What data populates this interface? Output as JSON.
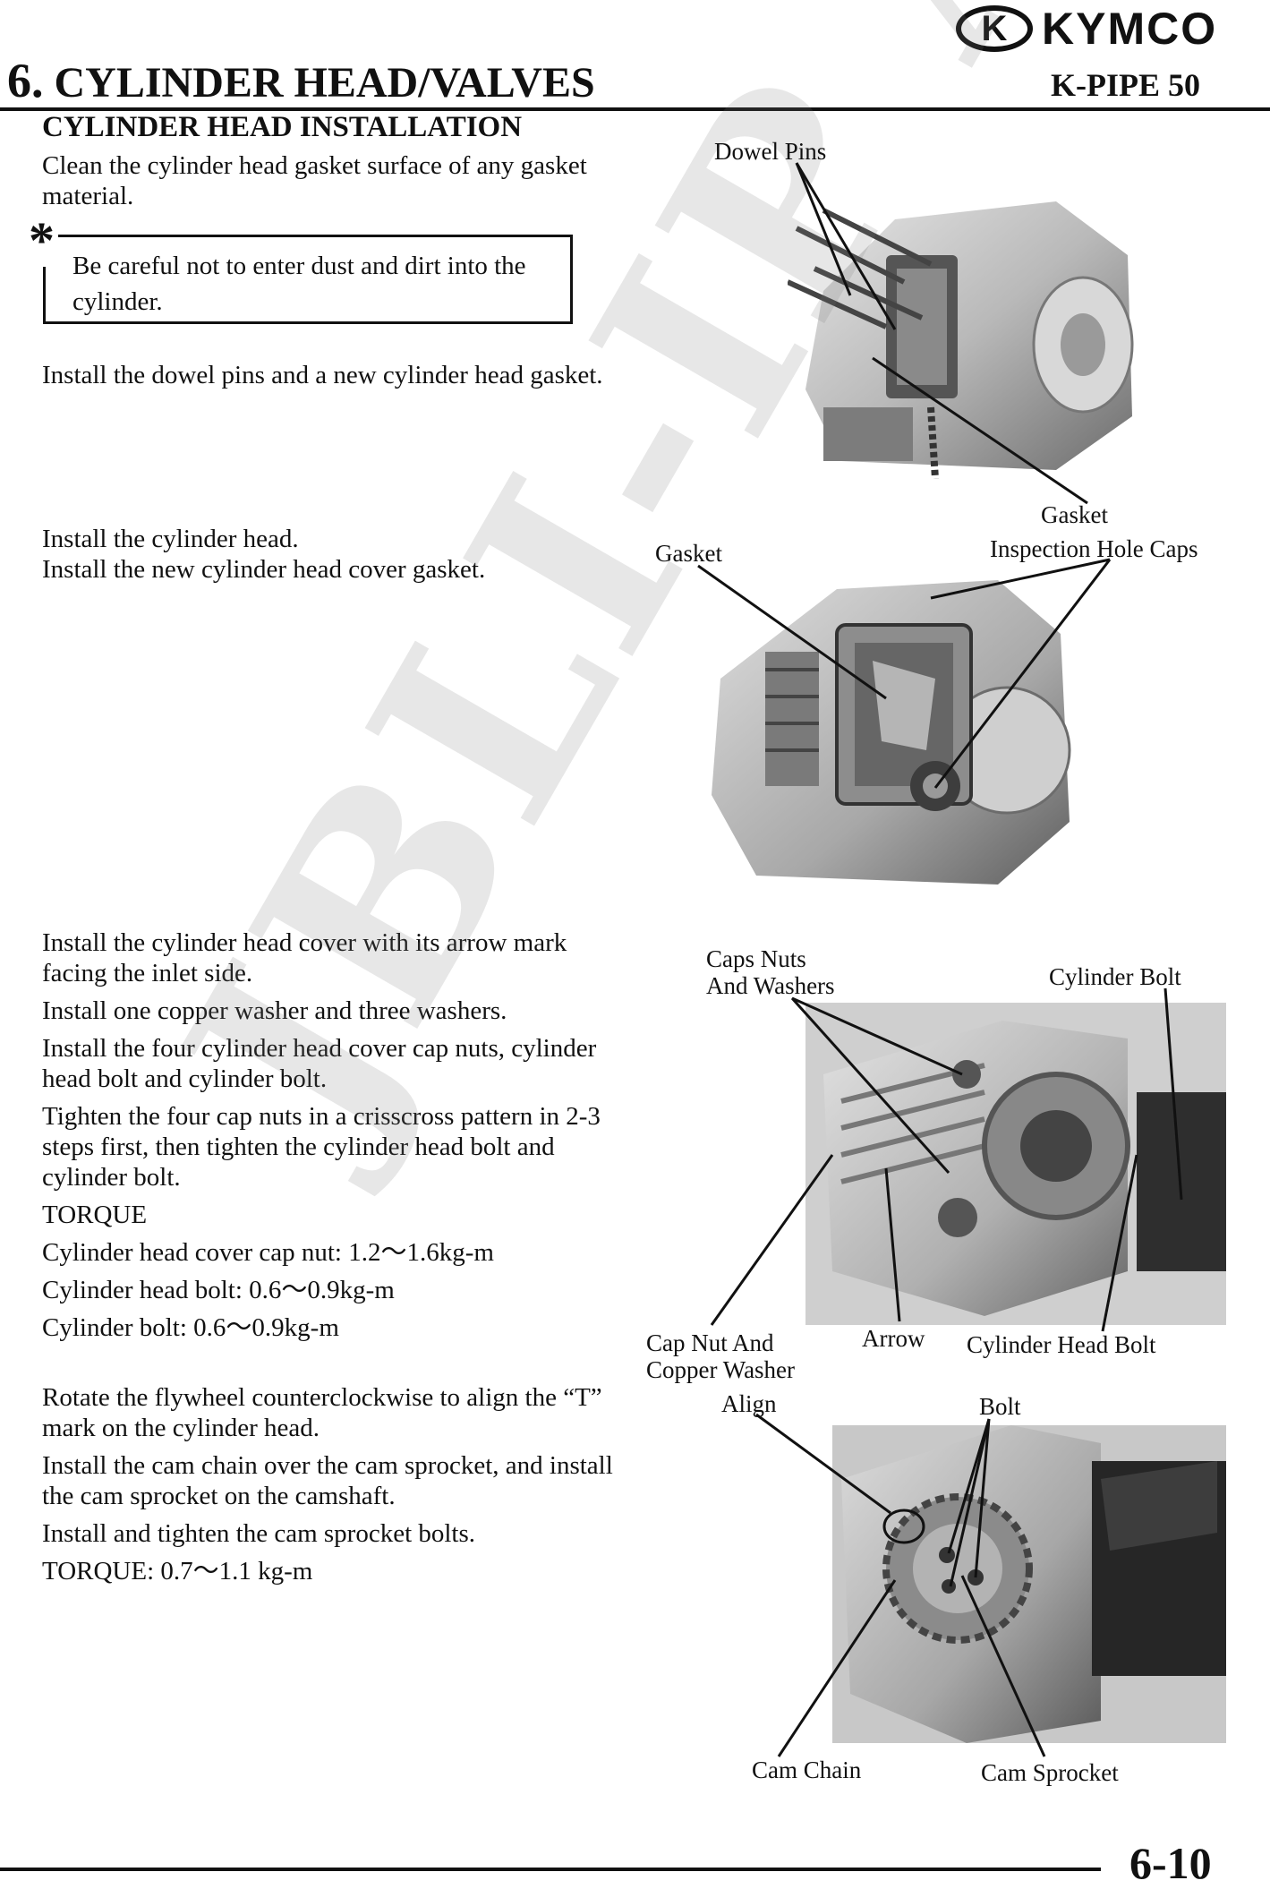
{
  "header": {
    "logo_emblem": "K",
    "logo_text": "KYMCO",
    "chapter_number": "6.",
    "chapter_title": "CYLINDER HEAD/VALVES",
    "model": "K-PIPE 50"
  },
  "section_title": "CYLINDER HEAD INSTALLATION",
  "steps": {
    "clean": "Clean the cylinder head gasket surface of any gasket material.",
    "note_symbol": "*",
    "note": "Be careful not to enter dust and dirt into the cylinder.",
    "dowel": "Install the dowel pins and a new cylinder head gasket.",
    "head": "Install the cylinder head.",
    "cover_gasket": "Install the new cylinder head cover gasket.",
    "cover": "Install the cylinder head cover with its arrow mark facing the inlet side.",
    "washer": "Install one copper washer and three washers.",
    "cap_nuts": "Install the four cylinder head cover cap nuts, cylinder head bolt and cylinder bolt.",
    "tighten": "Tighten the four cap nuts in a crisscross pattern in 2-3 steps first, then tighten the cylinder head bolt and cylinder bolt.",
    "torque_heading": "TORQUE",
    "torque_cap_nut": "Cylinder head cover cap nut: 1.2～1.6kg-m",
    "torque_head_bolt": "Cylinder head bolt: 0.6～0.9kg-m",
    "torque_cyl_bolt": "Cylinder bolt: 0.6～0.9kg-m",
    "rotate": "Rotate the flywheel counterclockwise to align the “T” mark on the cylinder head.",
    "cam_chain": "Install the cam chain over the cam sprocket, and install the cam sprocket on the camshaft.",
    "sprocket_bolts": "Install and tighten the cam sprocket bolts.",
    "torque_sprocket": "TORQUE: 0.7～1.1 kg-m"
  },
  "labels": {
    "fig1_dowel_pins": "Dowel Pins",
    "fig1_gasket": "Gasket",
    "fig2_gasket": "Gasket",
    "fig2_inspection_caps": "Inspection Hole Caps",
    "fig3_caps_nuts_1": "Caps Nuts",
    "fig3_caps_nuts_2": "And Washers",
    "fig3_cylinder_bolt": "Cylinder Bolt",
    "fig3_cap_nut_1": "Cap Nut And",
    "fig3_cap_nut_2": "Copper Washer",
    "fig3_arrow": "Arrow",
    "fig3_head_bolt": "Cylinder Head Bolt",
    "fig4_align": "Align",
    "fig4_bolt": "Bolt",
    "fig4_cam_chain": "Cam Chain",
    "fig4_cam_sprocket": "Cam Sprocket"
  },
  "watermark": "JBLI-IP A",
  "page_number": "6-10"
}
